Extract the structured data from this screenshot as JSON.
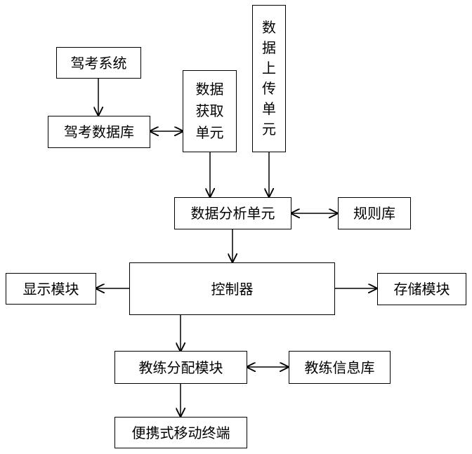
{
  "nodes": {
    "driving_exam_system": "驾考系统",
    "driving_exam_db": "驾考数据库",
    "data_acquisition_unit": "数据获取单元",
    "data_upload_unit": "数据上传单元",
    "data_analysis_unit": "数据分析单元",
    "rule_base": "规则库",
    "controller": "控制器",
    "display_module": "显示模块",
    "storage_module": "存储模块",
    "coach_allocation_module": "教练分配模块",
    "coach_info_db": "教练信息库",
    "portable_mobile_terminal": "便携式移动终端"
  },
  "edges": [
    {
      "from": "driving_exam_system",
      "to": "driving_exam_db",
      "direction": "forward"
    },
    {
      "from": "driving_exam_db",
      "to": "data_acquisition_unit",
      "direction": "both"
    },
    {
      "from": "data_acquisition_unit",
      "to": "data_analysis_unit",
      "direction": "forward"
    },
    {
      "from": "data_upload_unit",
      "to": "data_analysis_unit",
      "direction": "forward"
    },
    {
      "from": "data_analysis_unit",
      "to": "rule_base",
      "direction": "both"
    },
    {
      "from": "data_analysis_unit",
      "to": "controller",
      "direction": "forward"
    },
    {
      "from": "controller",
      "to": "display_module",
      "direction": "forward"
    },
    {
      "from": "controller",
      "to": "storage_module",
      "direction": "forward"
    },
    {
      "from": "controller",
      "to": "coach_allocation_module",
      "direction": "forward"
    },
    {
      "from": "coach_allocation_module",
      "to": "coach_info_db",
      "direction": "both"
    },
    {
      "from": "coach_allocation_module",
      "to": "portable_mobile_terminal",
      "direction": "forward"
    }
  ]
}
